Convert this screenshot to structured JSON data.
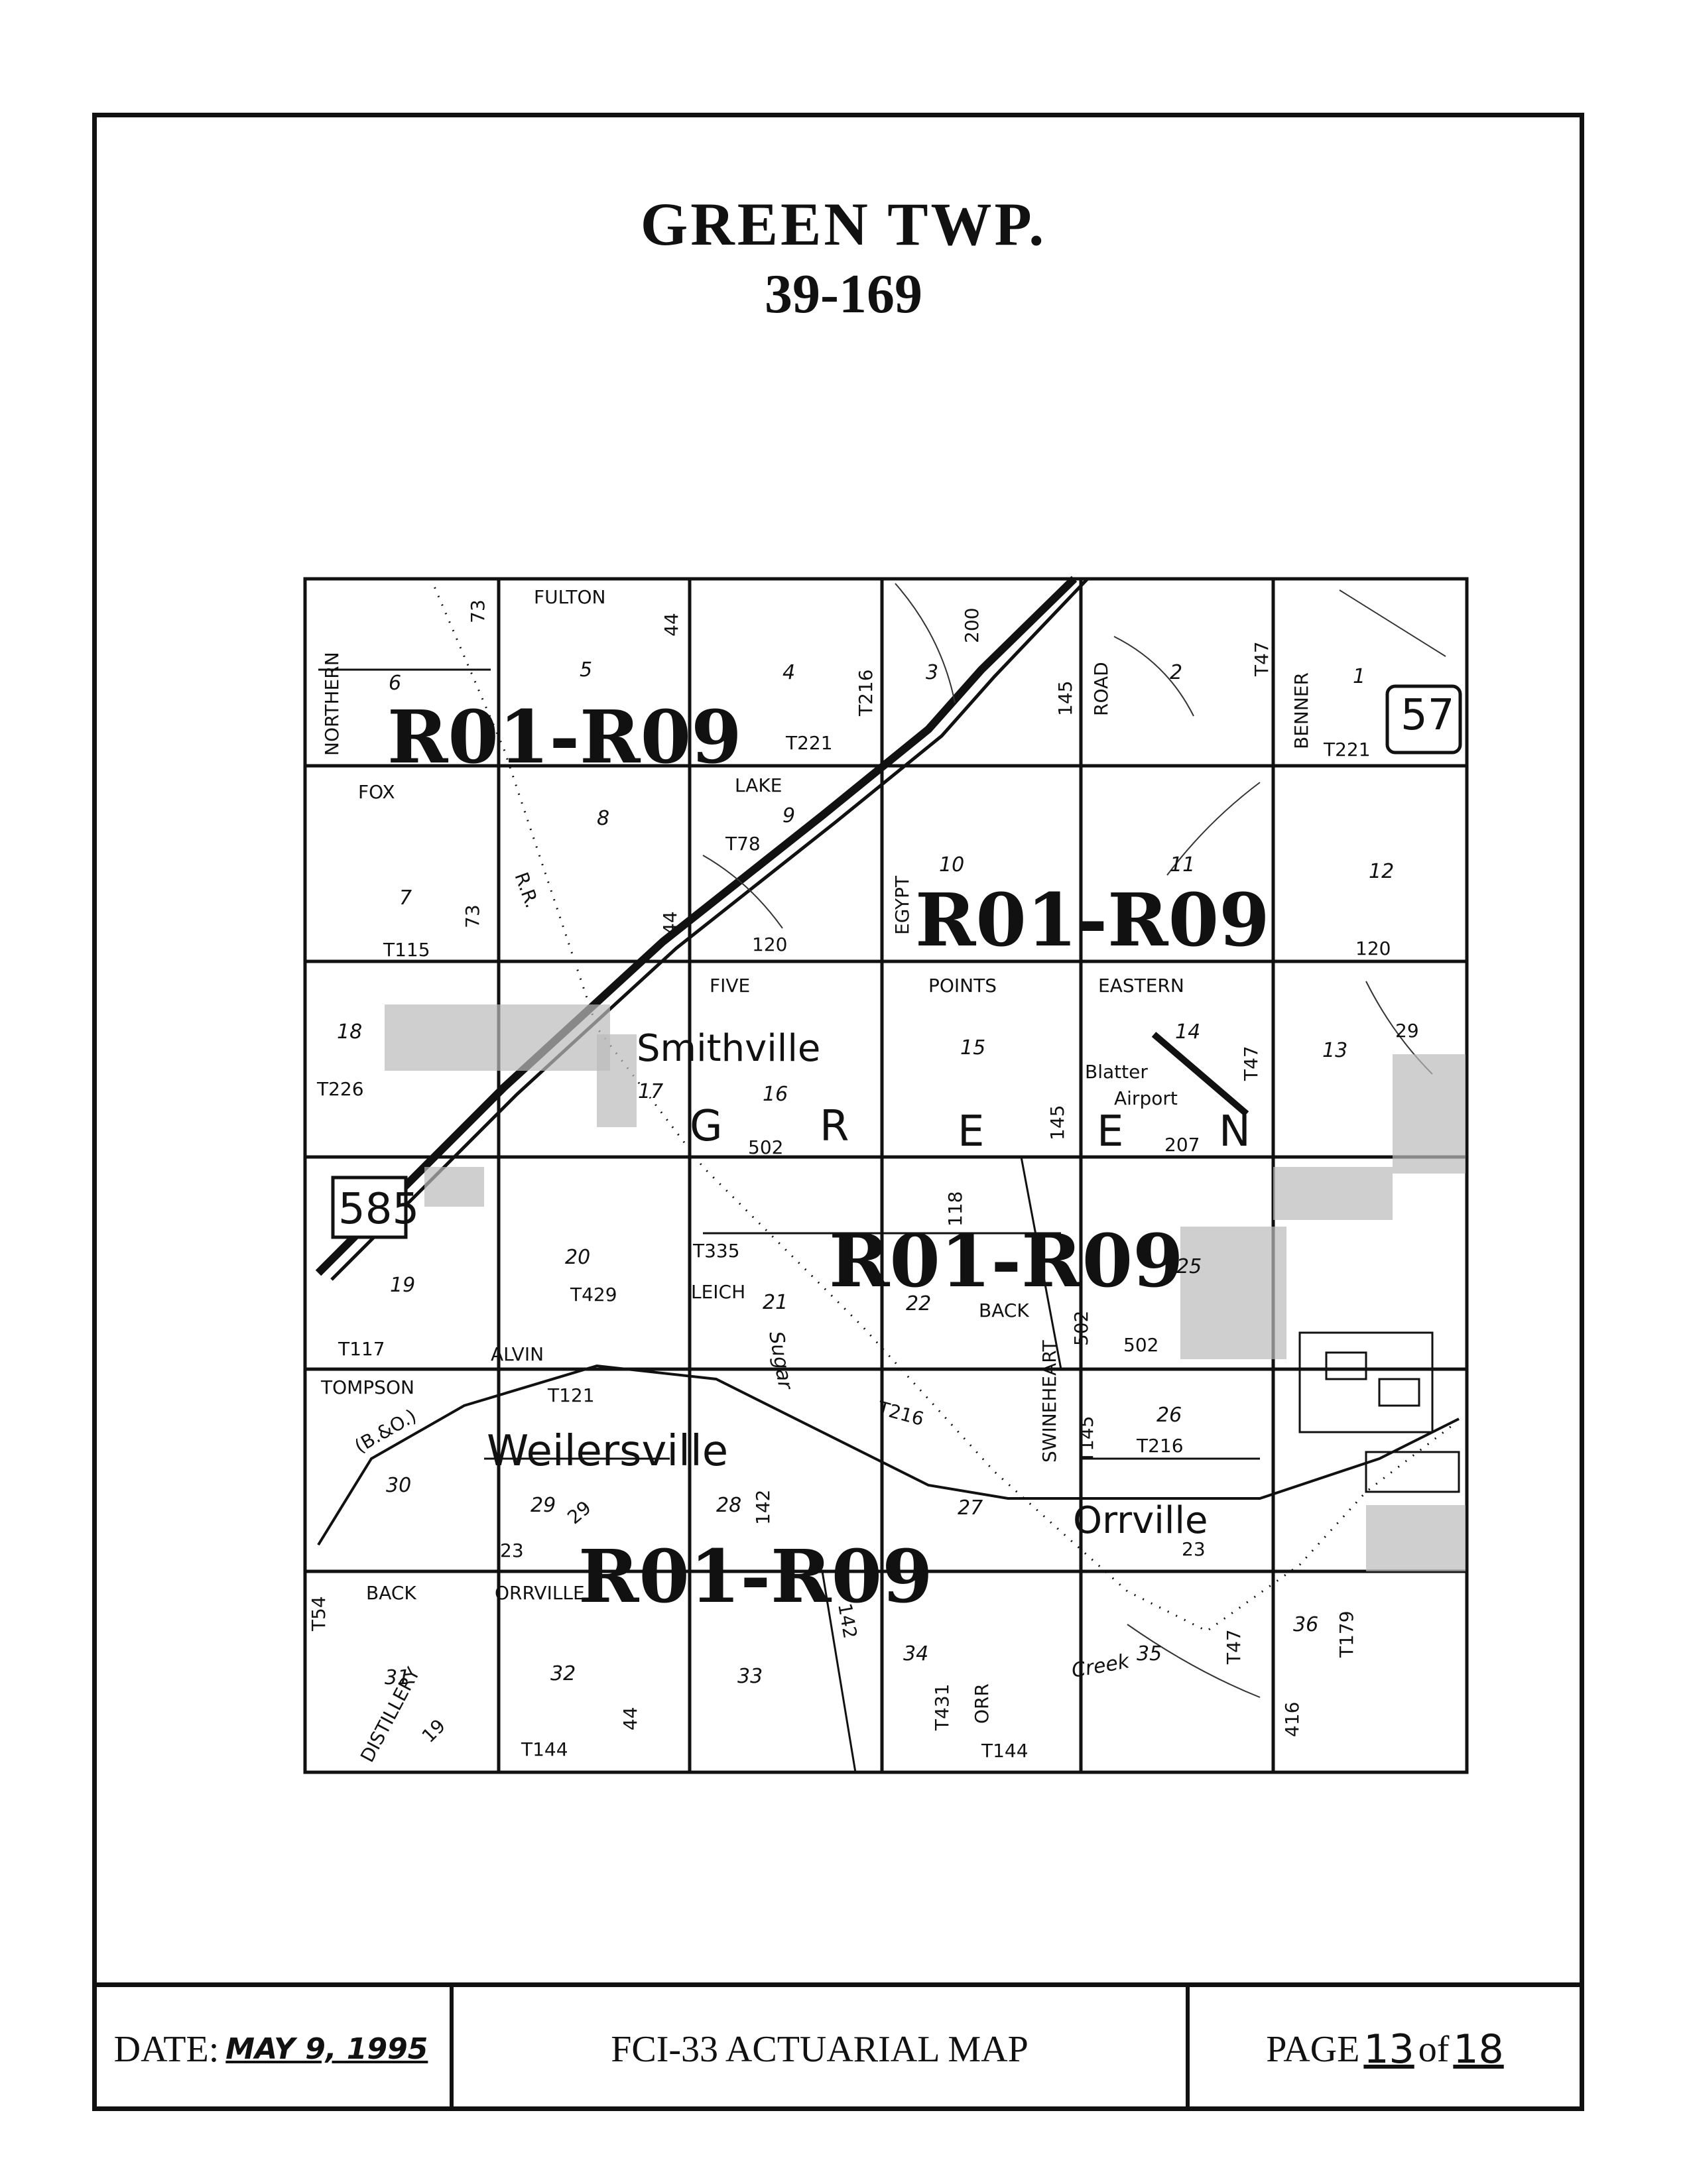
{
  "title": {
    "line1": "GREEN   TWP.",
    "line2": "39-169"
  },
  "footer": {
    "date_label": "DATE:",
    "date_value": "MAY 9, 1995",
    "map_title": "FCI-33 ACTUARIAL  MAP",
    "page_label": "PAGE",
    "page_num": "13",
    "page_of": "of",
    "page_total": "18"
  },
  "map": {
    "stamps": [
      "R01-R09",
      "R01-R09",
      "R01-R09",
      "R01-R09"
    ],
    "towns": [
      "Smithville",
      "Weilersville",
      "Orrville"
    ],
    "airport": [
      "Blatter",
      "Airport"
    ],
    "township_letters": [
      "G",
      "R",
      "E",
      "E",
      "N"
    ],
    "routes": [
      "585",
      "57"
    ],
    "roads": [
      "FULTON",
      "NORTHERN",
      "FOX",
      "LAKE",
      "T78",
      "T221",
      "T221",
      "T216",
      "200",
      "145",
      "ROAD",
      "T47",
      "BENNER",
      "73",
      "44",
      "T115",
      "120",
      "120",
      "R.R.",
      "EGYPT",
      "FIVE",
      "POINTS",
      "EASTERN",
      "T47",
      "29",
      "T226",
      "502",
      "145",
      "207",
      "118",
      "T335",
      "T429",
      "LEICH",
      "BACK",
      "502",
      "502",
      "T117",
      "ALVIN",
      "TOMPSON",
      "(B.&O.)",
      "T121",
      "Sugar",
      "T216",
      "SWINEHEART",
      "T145",
      "T216",
      "23",
      "23",
      "29",
      "T54",
      "BACK",
      "ORRVILLE",
      "DISTILLERY",
      "19",
      "142",
      "142",
      "T431",
      "ORR",
      "T144",
      "T144",
      "Creek",
      "T47",
      "T179",
      "416",
      "44",
      "73",
      "44"
    ],
    "sections": [
      "1",
      "2",
      "3",
      "4",
      "5",
      "6",
      "7",
      "8",
      "9",
      "10",
      "11",
      "12",
      "13",
      "14",
      "15",
      "16",
      "17",
      "18",
      "19",
      "20",
      "21",
      "22",
      "25",
      "26",
      "27",
      "28",
      "29",
      "30",
      "31",
      "32",
      "33",
      "34",
      "35",
      "36"
    ]
  }
}
